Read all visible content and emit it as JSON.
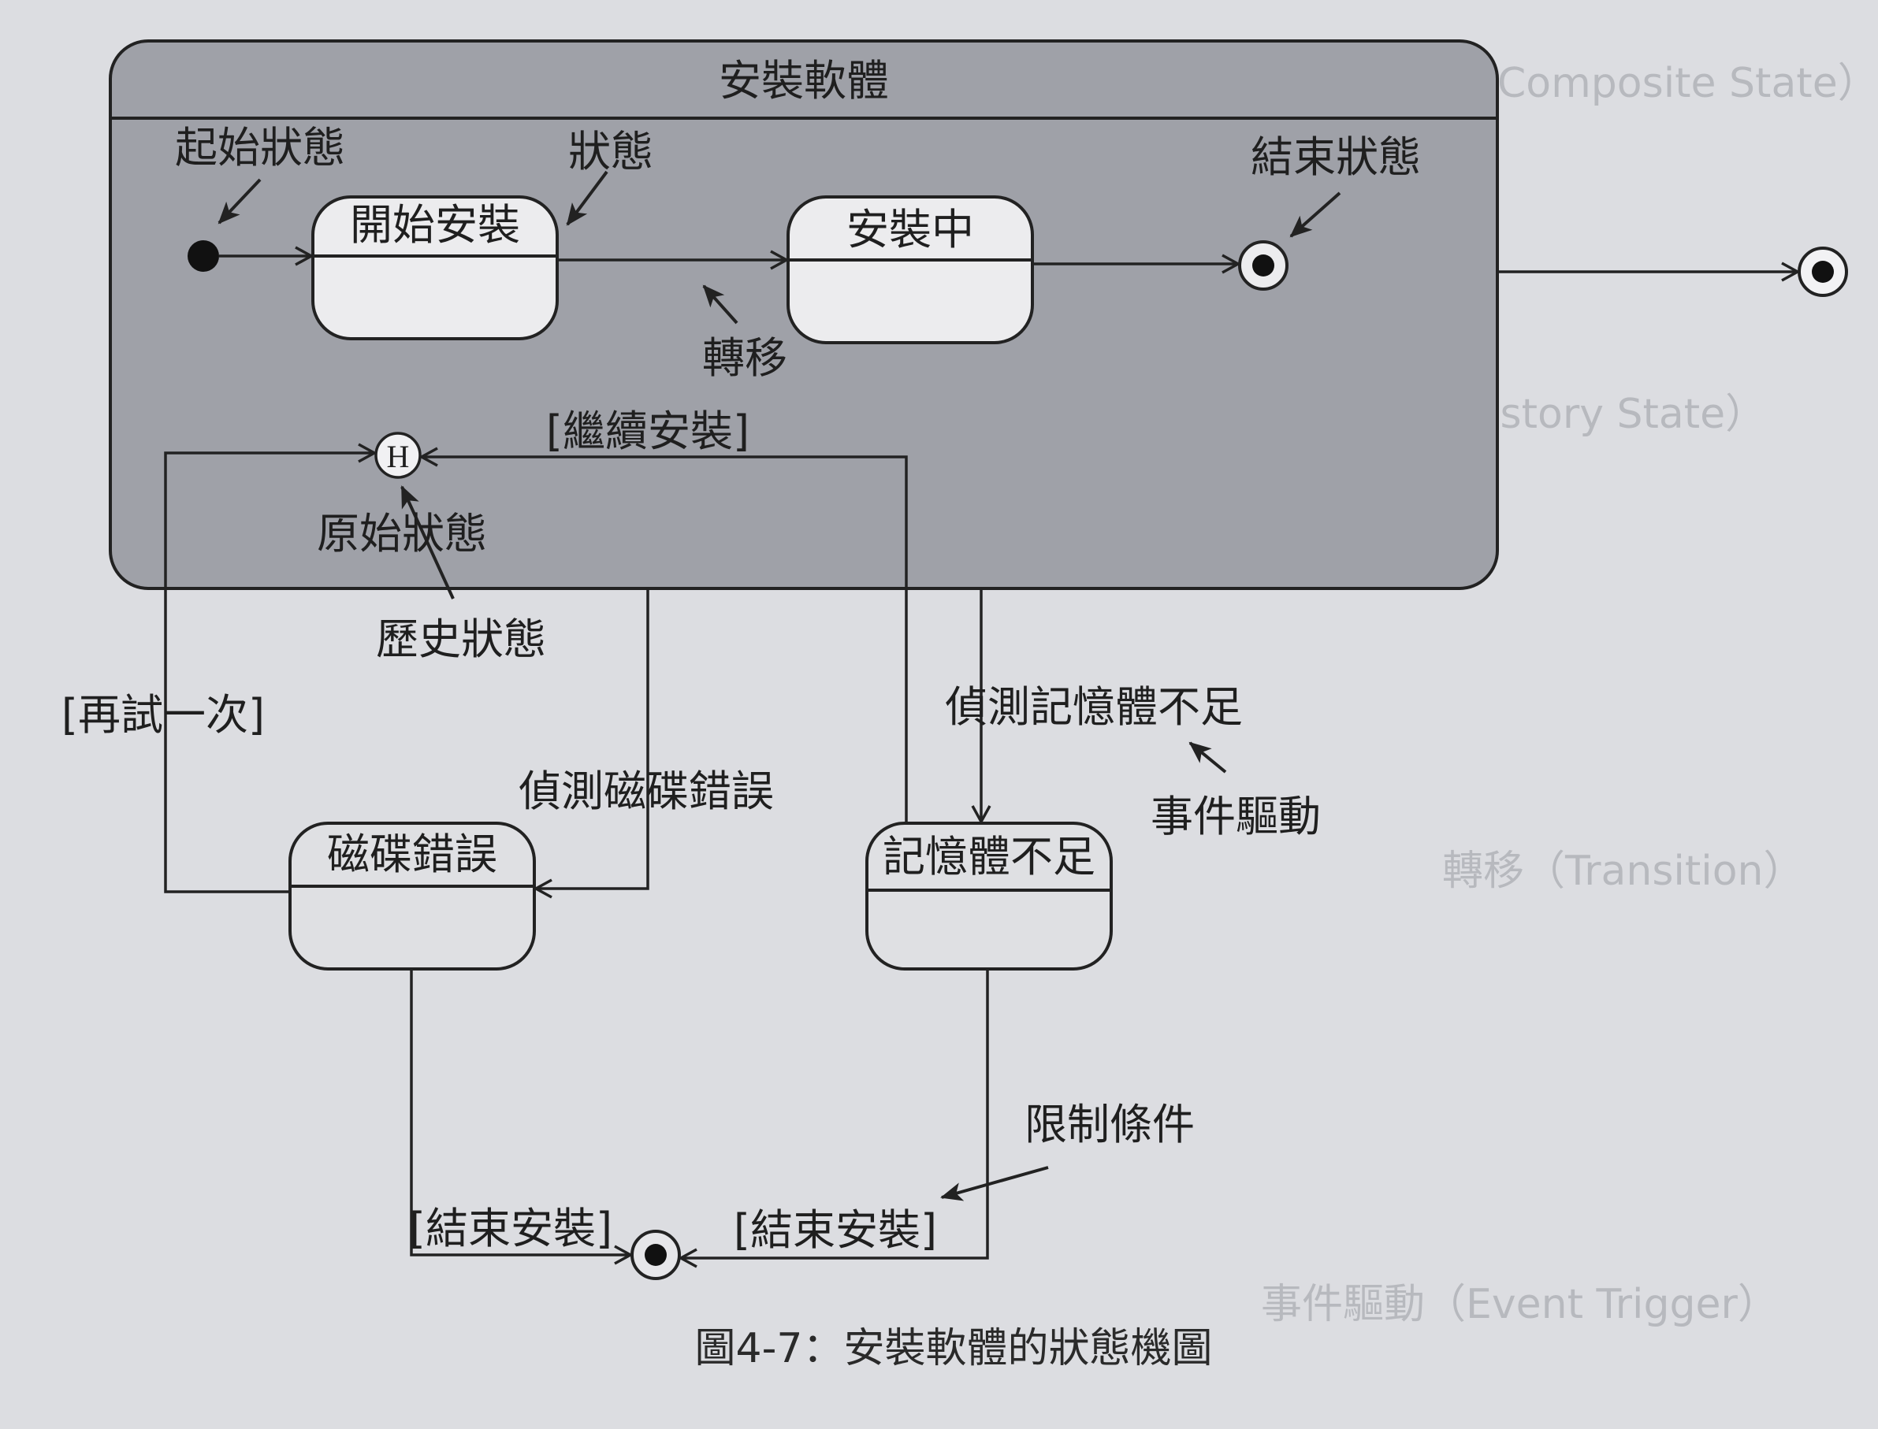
{
  "diagram": {
    "composite_state_title": "安裝軟體",
    "states": {
      "start_install": "開始安裝",
      "installing": "安裝中",
      "disk_error": "磁碟錯誤",
      "out_of_memory": "記憶體不足"
    },
    "history_symbol": "H",
    "annotations": {
      "initial_state": "起始狀態",
      "state": "狀態",
      "final_state": "結束狀態",
      "transition": "轉移",
      "original_state": "原始狀態",
      "history_state": "歷史狀態",
      "event_driven": "事件驅動",
      "guard_condition": "限制條件"
    },
    "transition_labels": {
      "continue_install": "[繼續安裝]",
      "retry": "[再試一次]",
      "detect_disk_error": "偵測磁碟錯誤",
      "detect_low_memory": "偵測記憶體不足",
      "end_install_left": "[結束安裝]",
      "end_install_right": "[結束安裝]"
    },
    "caption": "圖4-7：安裝軟體的狀態機圖"
  },
  "background_page_text": {
    "line_composite": "複合狀態（Composite State）",
    "line_history": "歷史狀態（History State）",
    "line_transition": "轉移（Transition）",
    "line_event": "事件驅動（Event Trigger）"
  }
}
